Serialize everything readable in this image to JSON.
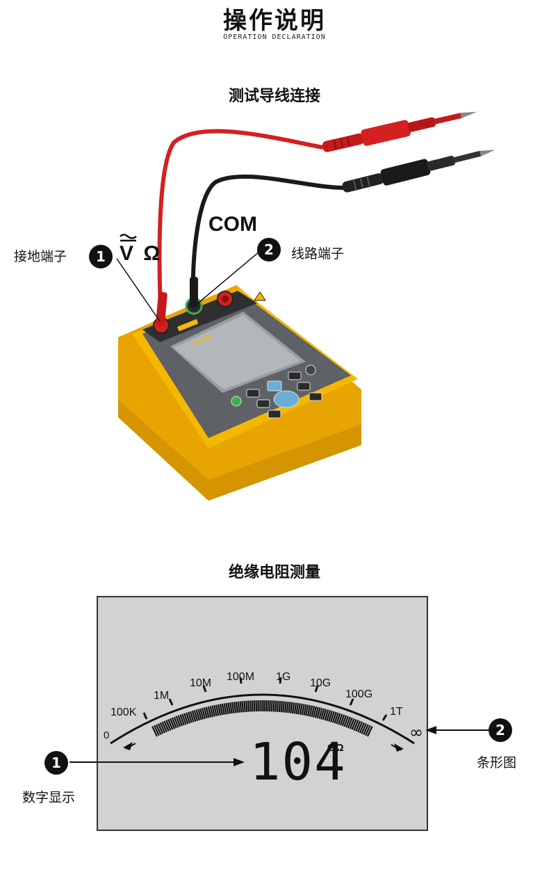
{
  "header": {
    "title": "操作说明",
    "subtitle": "OPERATION DECLARATION"
  },
  "connection_section": {
    "title": "测试导线连接",
    "callout_1": {
      "number": "1",
      "label": "接地端子"
    },
    "callout_2": {
      "number": "2",
      "label": "线路端子"
    },
    "terminal_symbol": "Ṽ Ω",
    "terminal_v": "V",
    "terminal_omega": "Ω",
    "com_label": "COM",
    "device_brand": "FLUKE"
  },
  "measurement_section": {
    "title": "绝缘电阻测量",
    "callout_1": {
      "number": "1",
      "label": "数字显示"
    },
    "callout_2": {
      "number": "2",
      "label": "条形图"
    },
    "display": {
      "reading": "104",
      "unit": "GΩ",
      "scale_labels": [
        "0",
        "100K",
        "1M",
        "10M",
        "100M",
        "1G",
        "10G",
        "100G",
        "1T",
        "∞"
      ]
    }
  },
  "colors": {
    "lead_red": "#d42020",
    "lead_black": "#1a1a1a",
    "device_yellow": "#f5b800",
    "device_gray": "#5e6166",
    "lcd_bg": "#d2d2d2"
  }
}
